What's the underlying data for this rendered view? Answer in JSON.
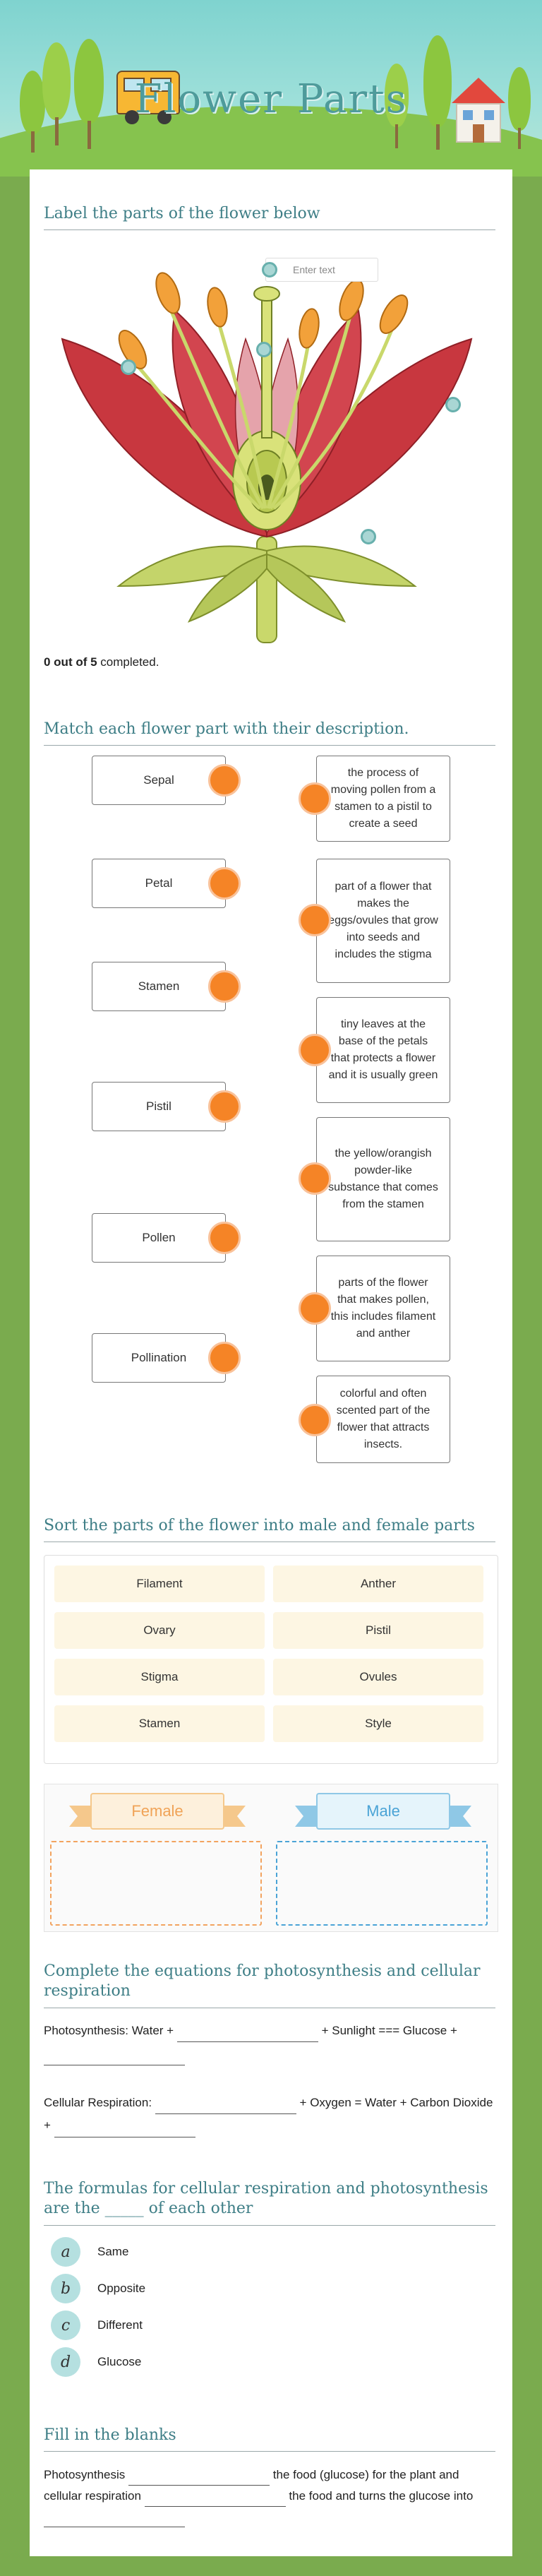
{
  "header": {
    "title": "Flower Parts"
  },
  "label_section": {
    "title": "Label the parts of the flower below",
    "input_placeholder": "Enter text",
    "progress_count": "0 out of 5",
    "progress_suffix": " completed."
  },
  "match_section": {
    "title": "Match each flower part with their description.",
    "left_items": [
      "Sepal",
      "Petal",
      "Stamen",
      "Pistil",
      "Pollen",
      "Pollination"
    ],
    "right_items": [
      "the process of moving pollen from a stamen to a pistil to create a seed",
      "part of a flower that makes the eggs/ovules that grow into seeds and includes the stigma",
      "tiny leaves at the base of the petals that protects a flower and it is usually green",
      "the yellow/orangish powder-like substance that comes from the stamen",
      "parts of the flower that makes pollen, this includes filament and anther",
      "colorful and often scented part of the flower that attracts insects."
    ],
    "accent_color": "#f58426"
  },
  "sort_section": {
    "title": "Sort the parts of the flower into male and female parts",
    "items": [
      "Filament",
      "Anther",
      "Ovary",
      "Pistil",
      "Stigma",
      "Ovules",
      "Stamen",
      "Style"
    ],
    "bins": {
      "female": "Female",
      "male": "Male"
    },
    "female_color": "#f0a357",
    "male_color": "#4aa3d6"
  },
  "equation_section": {
    "title": "Complete the equations for photosynthesis and cellular respiration",
    "photo_prefix": "Photosynthesis: Water +",
    "photo_middle": "+ Sunlight === Glucose +",
    "resp_prefix": "Cellular Respiration:",
    "resp_middle": "+ Oxygen = Water + Carbon Dioxide +"
  },
  "mcq_section": {
    "title": "The formulas for cellular respiration and photosynthesis are the _____ of each other",
    "options": [
      {
        "letter": "a",
        "label": "Same"
      },
      {
        "letter": "b",
        "label": "Opposite"
      },
      {
        "letter": "c",
        "label": "Different"
      },
      {
        "letter": "d",
        "label": "Glucose"
      }
    ]
  },
  "fill_section": {
    "title": "Fill in the blanks",
    "part1": "Photosynthesis",
    "part2": "the food (glucose) for the plant and cellular respiration",
    "part3": "the food and turns the glucose into"
  }
}
